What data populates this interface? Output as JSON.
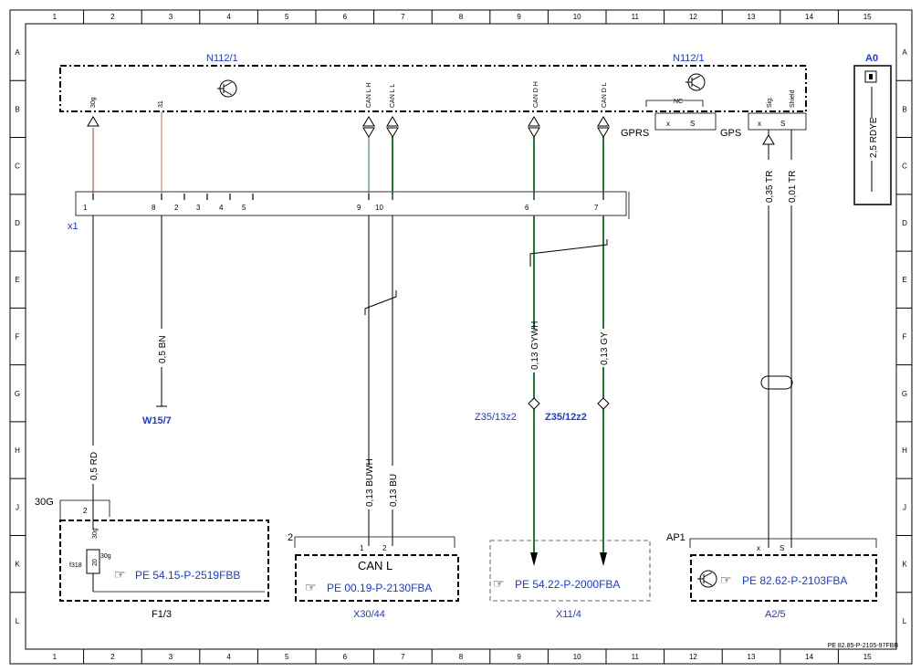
{
  "frame": {
    "cols": [
      "1",
      "2",
      "3",
      "4",
      "5",
      "6",
      "7",
      "8",
      "9",
      "10",
      "11",
      "12",
      "13",
      "14",
      "15"
    ],
    "rows": [
      "A",
      "B",
      "C",
      "D",
      "E",
      "F",
      "G",
      "H",
      "J",
      "K",
      "L"
    ],
    "doc_id": "PE 82.85-P-2105-97FBB"
  },
  "colors": {
    "blue": "#1a3cd8",
    "wire_red": "#b03030",
    "wire_green": "#1f7a2a",
    "wire_brown": "#b07a60"
  },
  "components": {
    "n112_left": "N112/1",
    "n112_right": "N112/1",
    "a0": "A0",
    "a0_wire": "2,5 RDYE",
    "x1": "x1",
    "w15": "W15/7",
    "z35_13": "Z35/13z2",
    "z35_12": "Z35/12z2",
    "f13": "F1/3",
    "x30": "X30/44",
    "x11": "X11/4",
    "a25": "A2/5",
    "gprs": "GPRS",
    "gps": "GPS",
    "nc": "NC",
    "ap1": "AP1",
    "t30g": "30G",
    "can_l_title": "CAN L"
  },
  "pins_top": {
    "p30g": "30g",
    "p31": "31",
    "canlh": "CAN L H",
    "canll": "CAN L L",
    "candh": "CAN D H",
    "candl": "CAN D L",
    "sig": "Sig.",
    "shield": "Shield"
  },
  "gprs_pins": [
    "x",
    "S"
  ],
  "gps_pins": [
    "x",
    "S"
  ],
  "x1_pins": [
    "1",
    "8",
    "2",
    "3",
    "4",
    "5",
    "9",
    "10",
    "6",
    "7"
  ],
  "wires": {
    "w1": "0,5 RD",
    "w2": "0,5 BN",
    "w3": "0,13 BUWH",
    "w4": "0,13 BU",
    "w5": "0,13 GYWH",
    "w6": "0,13 GY",
    "w7": "0,35 TR",
    "w8": "0,01 TR"
  },
  "refs": {
    "f13": "PE 54.15-P-2519FBB",
    "x30": "PE 00.19-P-2130FBA",
    "x11": "PE 54.22-P-2000FBA",
    "a25": "PE 82.62-P-2103FBA"
  },
  "fuse": {
    "id": "f318",
    "rating": "20",
    "pin_top": "30g",
    "pin_side": "30g",
    "pin_2": "2"
  },
  "x30_pins": [
    "1",
    "2"
  ],
  "x30_num": "2",
  "a25_pins": [
    "x",
    "S"
  ]
}
